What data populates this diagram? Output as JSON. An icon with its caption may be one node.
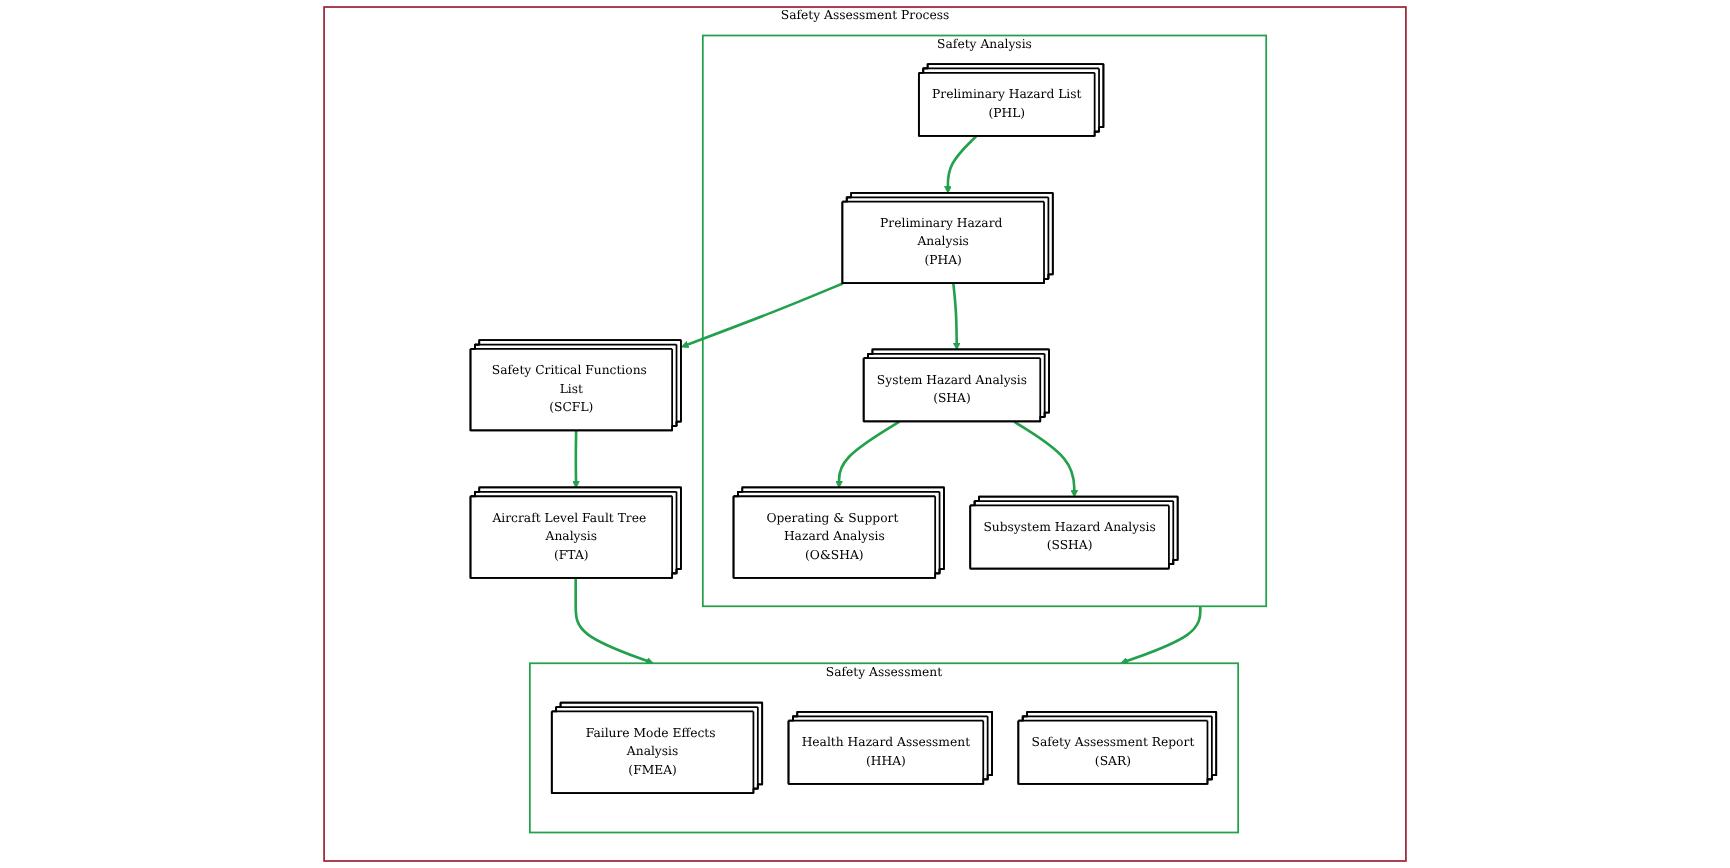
{
  "diagram": {
    "nodes": [
      {
        "text": [
          "Safety Assessment Process"
        ]
      },
      {
        "text": [
          "Safety Analysis"
        ],
        "in": 0
      },
      {
        "text": [
          "Preliminary Hazard List",
          "(PHL)"
        ],
        "in": 1
      },
      {
        "text": [
          "System Hazard Analysis",
          "(SHA)"
        ],
        "in": 1
      },
      {
        "text": [
          "Operating & Support Hazard Analysis",
          "(O&SHA)"
        ],
        "in": 1
      },
      {
        "text": [
          "Preliminary Hazard Analysis",
          "(PHA)"
        ],
        "in": 1
      },
      {
        "text": [
          "Subsystem Hazard Analysis",
          "(SSHA)"
        ],
        "in": 1
      },
      {
        "text": [
          "Safety Critical Functions List",
          "(SCFL)"
        ],
        "in": 0
      },
      {
        "text": [
          "Aircraft Level Fault Tree Analysis",
          "(FTA)"
        ],
        "in": 0
      },
      {
        "text": [
          "Safety Assessment"
        ],
        "in": 0
      },
      {
        "text": [
          "Failure Mode Effects Analysis",
          "(FMEA)"
        ],
        "in": 9
      },
      {
        "text": [
          "Health Hazard Assessment",
          "(HHA)"
        ],
        "in": 9
      },
      {
        "text": [
          "Safety Assessment Report",
          "(SAR)"
        ],
        "in": 9
      }
    ],
    "edges": [
      {
        "from": 2,
        "to": 5,
        "arrow": "to"
      },
      {
        "from": 5,
        "to": 3,
        "arrow": "to"
      },
      {
        "from": 3,
        "to": 4,
        "arrow": "to"
      },
      {
        "from": 3,
        "to": 6,
        "arrow": "to"
      },
      {
        "from": 5,
        "to": 7,
        "arrow": "to"
      },
      {
        "from": 7,
        "to": 8,
        "arrow": "to"
      },
      {
        "from": 8,
        "to": 9,
        "arrow": "to"
      },
      {
        "from": 1,
        "to": 9,
        "arrow": "to"
      }
    ]
  }
}
